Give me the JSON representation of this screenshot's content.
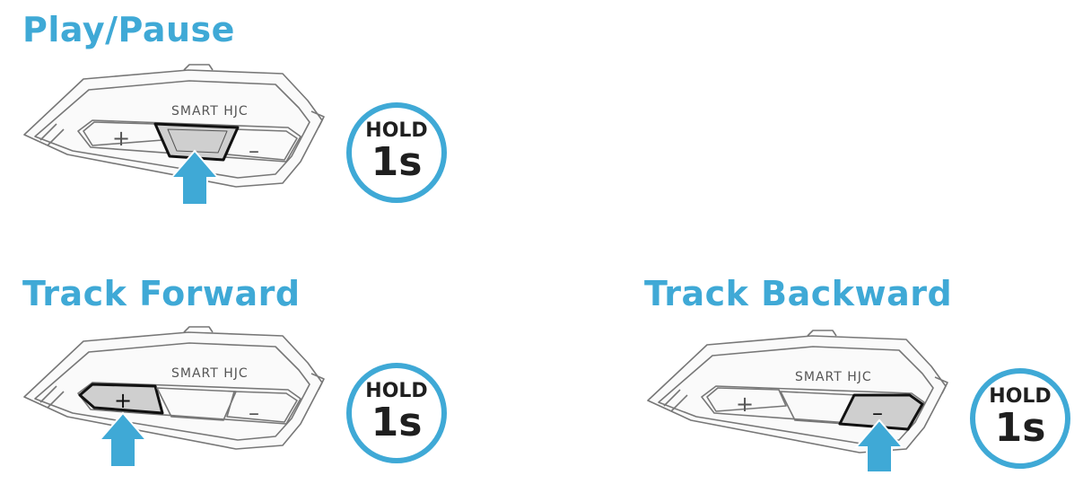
{
  "sections": [
    {
      "id": "play-pause",
      "title": "Play/Pause",
      "brand": "SMART HJC",
      "plus": "+",
      "minus": "–",
      "hold_word": "HOLD",
      "hold_time": "1s",
      "pressed": "center"
    },
    {
      "id": "track-forward",
      "title": "Track Forward",
      "brand": "SMART HJC",
      "plus": "+",
      "minus": "–",
      "hold_word": "HOLD",
      "hold_time": "1s",
      "pressed": "plus"
    },
    {
      "id": "track-backward",
      "title": "Track Backward",
      "brand": "SMART HJC",
      "plus": "+",
      "minus": "–",
      "hold_word": "HOLD",
      "hold_time": "1s",
      "pressed": "minus"
    }
  ],
  "colors": {
    "accent": "#3fa9d6",
    "pressed_fill": "#cfcfcf",
    "outline": "#777777"
  }
}
